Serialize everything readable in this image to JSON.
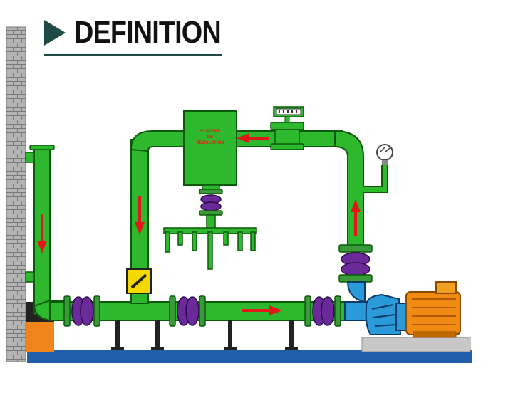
{
  "title": "DEFINITION",
  "tank_label_lines": [
    "SYSTEME",
    "DE",
    "REGULATION"
  ],
  "icons": {
    "title_marker": "triangle-right-icon",
    "gauge": "pressure-gauge-icon",
    "flow_meter": "flow-meter-icon",
    "valve": "valve-icon",
    "pump": "pump-icon",
    "motor": "motor-icon"
  },
  "colors": {
    "pipe": "#2eb82e",
    "pipe_dark": "#0a5a0a",
    "flange": "#3a9a3a",
    "bellows": "#6a2a9a",
    "pump_pipe": "#2a9ad8",
    "motor": "#f08a10",
    "floor": "#1f5faa",
    "wall": "#a0a0a0",
    "arrow": "#e01818"
  }
}
